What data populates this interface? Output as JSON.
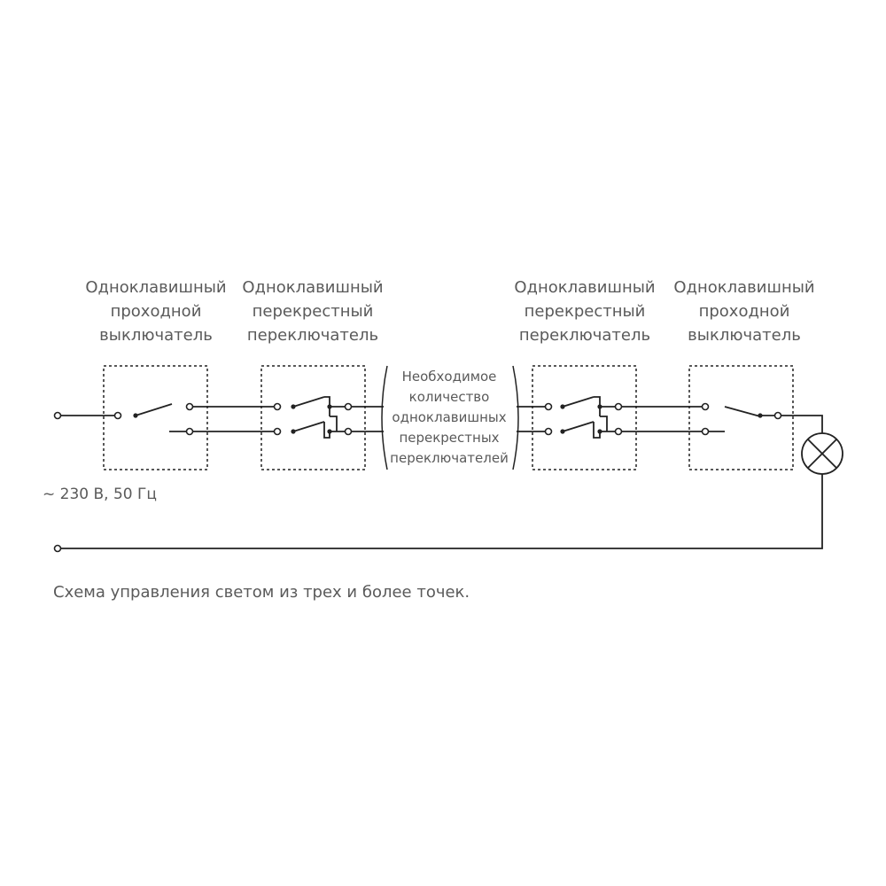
{
  "labels": {
    "sw1": [
      "Одноклавишный",
      "проходной",
      "выключатель"
    ],
    "sw2": [
      "Одноклавишный",
      "перекрестный",
      "переключатель"
    ],
    "sw3": [
      "Одноклавишный",
      "перекрестный",
      "переключатель"
    ],
    "sw4": [
      "Одноклавишный",
      "проходной",
      "выключатель"
    ]
  },
  "middle_note": [
    "Необходимое",
    "количество",
    "одноклавишных",
    "перекрестных",
    "переключателей"
  ],
  "supply": "~ 230 В,  50 Гц",
  "caption": "Схема управления светом из трех и более точек.",
  "colors": {
    "line": "#222222",
    "text": "#5a5a5a"
  }
}
